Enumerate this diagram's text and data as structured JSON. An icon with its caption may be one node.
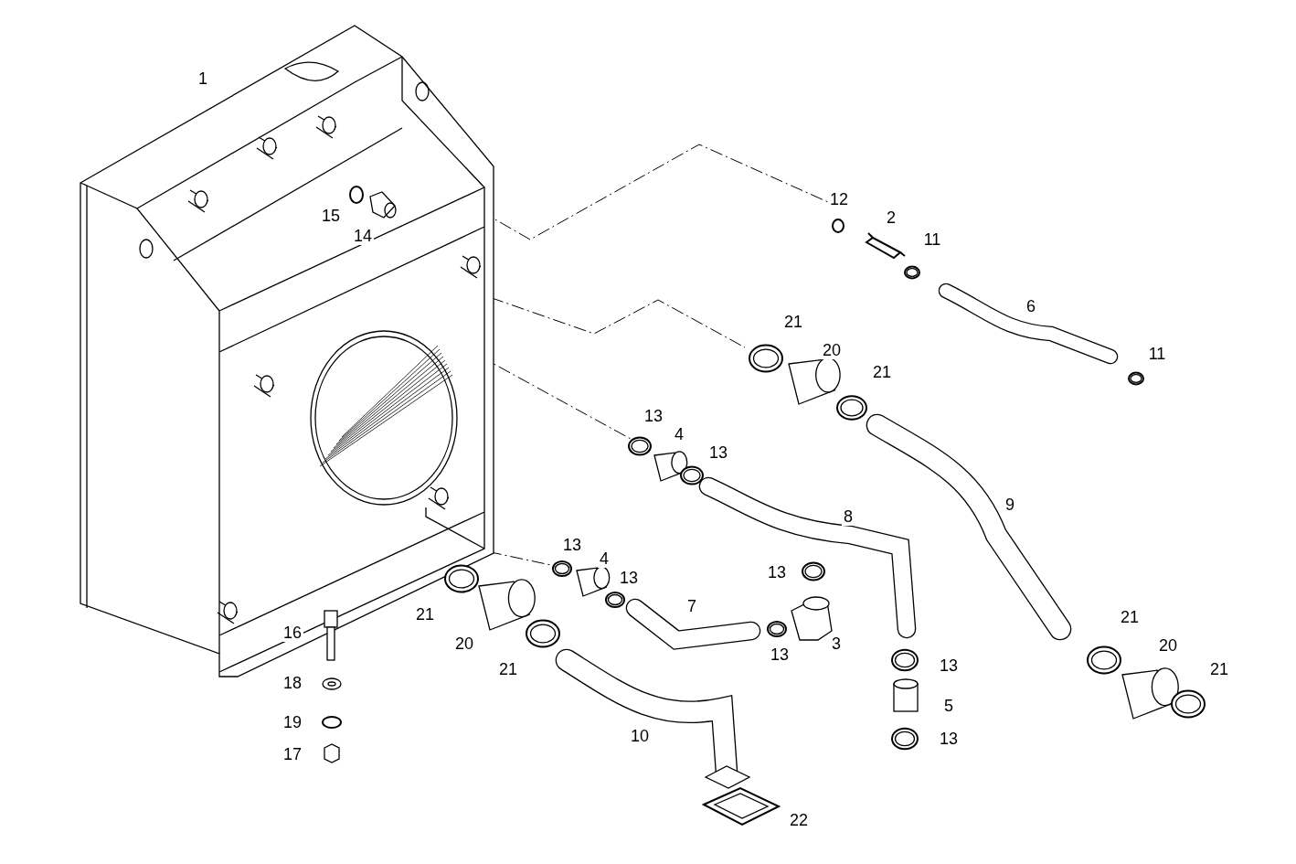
{
  "diagram": {
    "labels": [
      "1",
      "12",
      "15",
      "2",
      "14",
      "11",
      "6",
      "21",
      "20",
      "11",
      "21",
      "13",
      "4",
      "13",
      "9",
      "8",
      "13",
      "4",
      "13",
      "13",
      "7",
      "21",
      "21",
      "16",
      "20",
      "3",
      "20",
      "13",
      "21",
      "13",
      "21",
      "18",
      "5",
      "19",
      "10",
      "13",
      "17",
      "22"
    ]
  }
}
